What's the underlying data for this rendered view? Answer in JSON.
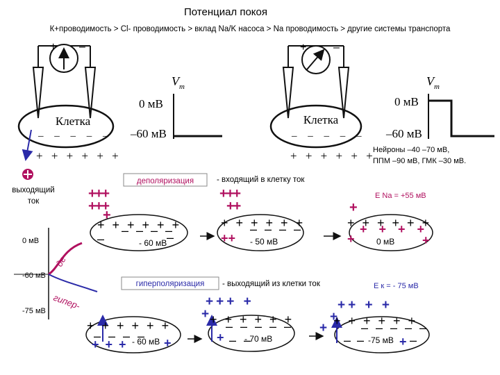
{
  "title": "Потенциал покоя",
  "subtitle": "К+проводимость > Cl- проводимость > вклад Na/K насоса > Na проводимость > другие системы транспорта",
  "cell_label": "Клетка",
  "zero_mv": "0 мВ",
  "minus60_mv": "–60 мВ",
  "vm_label": "V",
  "vm_sub": "m",
  "plus": "+",
  "minus": "–",
  "neurons_line1": "Нейроны –40 –70 мВ,",
  "neurons_line2": "ППМ –90 мВ, ГМК –30 мВ.",
  "outward_label_1": "выходящий",
  "outward_label_2": "ток",
  "depol_box": "деполяризация",
  "inward_current": "- входящий в клетку ток",
  "e_na": "E Na = +55 мВ",
  "hyperpol_box": "гиперполяризация",
  "outward_current": "- выходящий из клетки ток",
  "e_k": "E к = - 75 мВ",
  "graph_0mv": "0 мВ",
  "graph_m60": "-60 мВ",
  "graph_m75": "-75 мВ",
  "graph_de": "де",
  "graph_hyper": "гипер-",
  "cell_m60": "- 60 мВ",
  "cell_m50": "- 50 мВ",
  "cell_0": "0 мВ",
  "cell_h60": "- 60 мВ",
  "cell_h70": "- 70 мВ",
  "cell_h75": "-75 мВ",
  "colors": {
    "magenta": "#b0105f",
    "blue": "#2a2aa8",
    "dark": "#111111"
  }
}
